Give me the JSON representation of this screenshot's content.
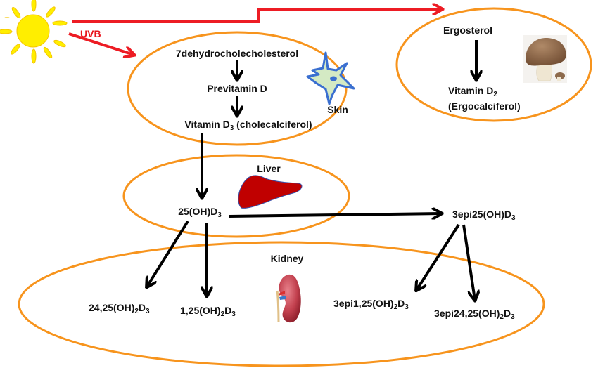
{
  "colors": {
    "organ_outline": "#f7941d",
    "uv_arrow": "#ed1c24",
    "arrow": "#000000",
    "sun_fill": "#ffee00",
    "sun_stroke": "#f5c400",
    "liver_fill": "#c00000",
    "cell_fill": "#d4eac4",
    "cell_stroke": "#3a6fd0"
  },
  "sun": {
    "icon": "sun-icon",
    "label": "UVB"
  },
  "skin": {
    "organ_label": "Skin",
    "icon": "skin-cell-icon",
    "steps": [
      "7dehydrocholecholesterol",
      "Previtamin D"
    ],
    "vitamin_d3": {
      "base": "Vitamin D",
      "sub": "3",
      "suffix": " (cholecalciferol)"
    }
  },
  "mushroom": {
    "icon": "mushroom-icon",
    "source": "Ergosterol",
    "vitamin_d2": {
      "base": "Vitamin D",
      "sub": "2"
    },
    "vitamin_d2_name": "(Ergocalciferol)"
  },
  "liver": {
    "organ_label": "Liver",
    "icon": "liver-icon",
    "product": {
      "base": "25(OH)D",
      "sub": "3"
    }
  },
  "epimer": {
    "base": "3epi25(OH)D",
    "sub": "3"
  },
  "kidney": {
    "organ_label": "Kidney",
    "icon": "kidney-icon",
    "products": [
      {
        "a": "24,25(OH)",
        "s1": "2",
        "b": "D",
        "s2": "3"
      },
      {
        "a": "1,25(OH)",
        "s1": "2",
        "b": "D",
        "s2": "3"
      },
      {
        "a": "3epi1,25(OH)",
        "s1": "2",
        "b": "D",
        "s2": "3"
      },
      {
        "a": "3epi24,25(OH)",
        "s1": "2",
        "b": "D",
        "s2": "3"
      }
    ]
  }
}
